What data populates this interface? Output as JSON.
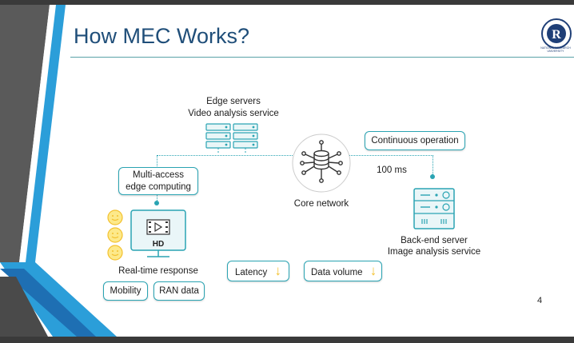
{
  "slide": {
    "title": "How MEC Works?",
    "page_number": "4",
    "logo_text": "NATIONAL RESEARCH UNIVERSITY"
  },
  "diagram": {
    "edge_servers_line1": "Edge servers",
    "edge_servers_line2": "Video analysis service",
    "continuous_operation": "Continuous operation",
    "latency_ms": "100 ms",
    "mec_line1": "Multi-access",
    "mec_line2": "edge computing",
    "core_network": "Core network",
    "hd_label": "HD",
    "realtime_response": "Real-time response",
    "backend_line1": "Back-end server",
    "backend_line2": "Image analysis service",
    "latency": "Latency",
    "data_volume": "Data volume",
    "mobility": "Mobility",
    "ran_data": "RAN data",
    "down_arrow": "↓"
  },
  "colors": {
    "teal": "#2aa4b3",
    "title_blue": "#1f4e79",
    "yellow": "#f3c12f",
    "stripe_blue": "#2b9ed9"
  }
}
